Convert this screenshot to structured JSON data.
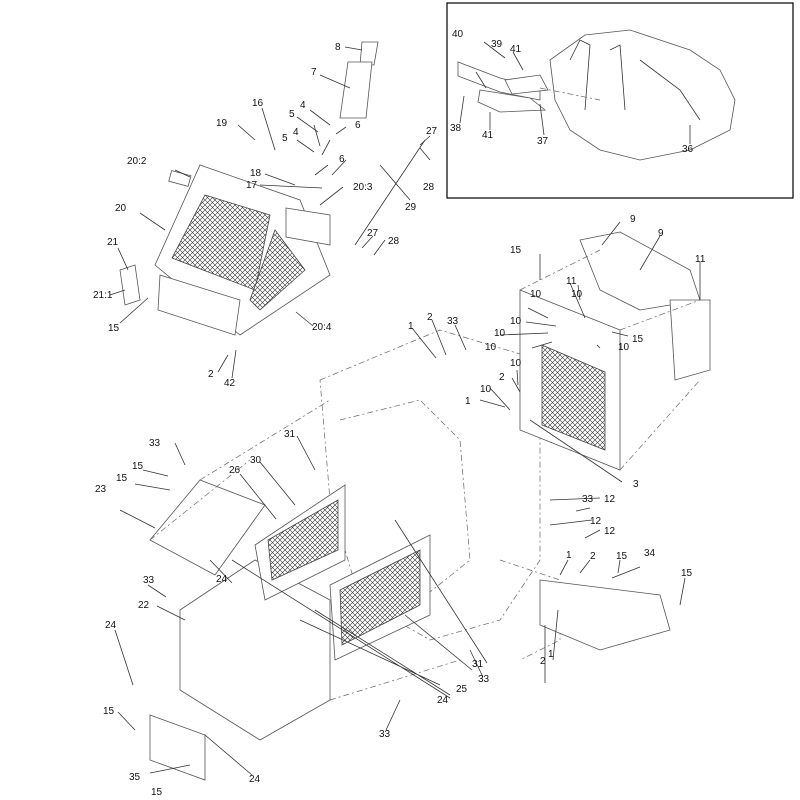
{
  "diagram": {
    "callouts": {
      "c8": "8",
      "c7": "7",
      "c16": "16",
      "c4a": "4",
      "c5a": "5",
      "c6a": "6",
      "c19": "19",
      "c5b": "5",
      "c4b": "4",
      "c6b": "6",
      "c27a": "27",
      "c20_2": "20:2",
      "c18": "18",
      "c17": "17",
      "c20_3": "20:3",
      "c28a": "28",
      "c29": "29",
      "c20": "20",
      "c27b": "27",
      "c28b": "28",
      "c21": "21",
      "c21_1": "21:1",
      "c15a": "15",
      "c20_4": "20:4",
      "c2a": "2",
      "c42": "42",
      "c9a": "9",
      "c9b": "9",
      "c11a": "11",
      "c11b": "11",
      "c15b": "15",
      "c10a": "10",
      "c10b": "10",
      "c10c": "10",
      "c10d": "10",
      "c10e": "10",
      "c10f": "10",
      "c10g": "10",
      "c15c": "15",
      "c1a": "1",
      "c2b": "2",
      "c33a": "33",
      "c1b": "1",
      "c2c": "2",
      "c3": "3",
      "c12a": "12",
      "c33b": "33",
      "c12b": "12",
      "c12c": "12",
      "c31a": "31",
      "c33c": "33",
      "c15d": "15",
      "c15e": "15",
      "c23": "23",
      "c26": "26",
      "c30": "30",
      "c1c": "1",
      "c2d": "2",
      "c15f": "15",
      "c34": "34",
      "c15g": "15",
      "c24a": "24",
      "c33d": "33",
      "c22": "22",
      "c1d": "1",
      "c2e": "2",
      "c24b": "24",
      "c31b": "31",
      "c33e": "33",
      "c25": "25",
      "c24c": "24",
      "c15h": "15",
      "c33f": "33",
      "c35": "35",
      "c24d": "24",
      "c15i": "15",
      "c40": "40",
      "c39": "39",
      "c41a": "41",
      "c38": "38",
      "c41b": "41",
      "c37": "37",
      "c36": "36"
    }
  }
}
